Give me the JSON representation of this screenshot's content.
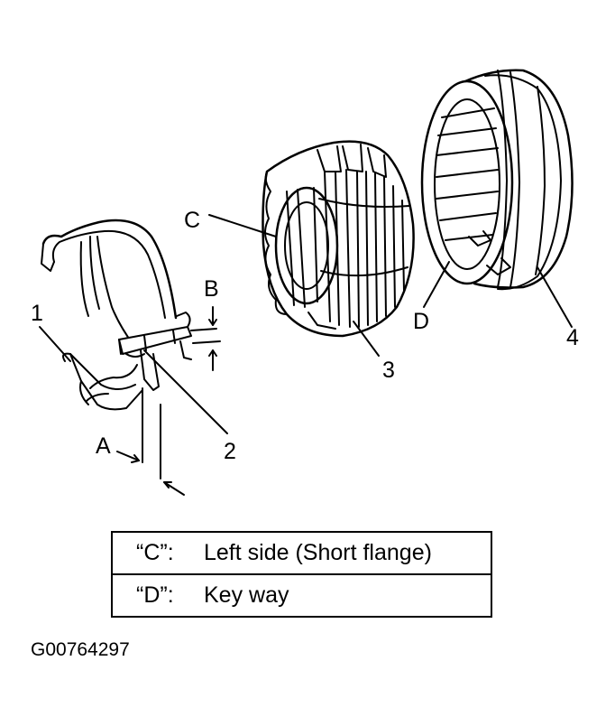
{
  "callouts": {
    "part_1": "1",
    "part_2": "2",
    "part_3": "3",
    "part_4": "4",
    "dim_a": "A",
    "dim_b": "B",
    "feature_c": "C",
    "feature_d": "D"
  },
  "legend": [
    {
      "key": "“C”:",
      "value": "Left side (Short flange)"
    },
    {
      "key": "“D”:",
      "value": "Key way"
    }
  ],
  "figure_id": "G00764297"
}
